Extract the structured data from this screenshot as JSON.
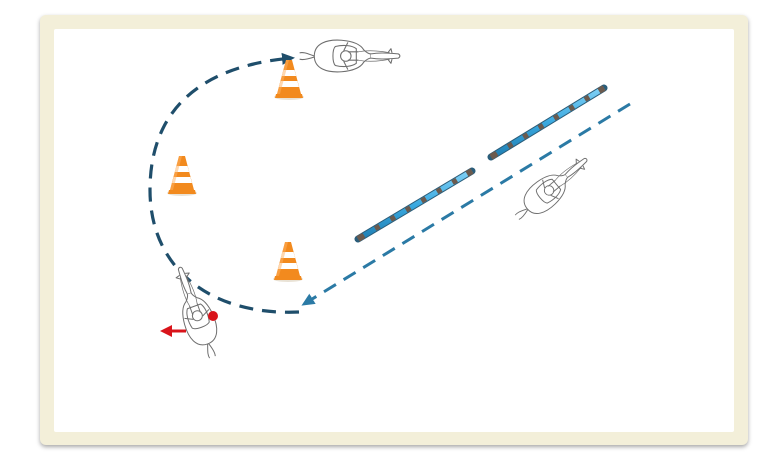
{
  "diagram": {
    "colors": {
      "frame": "#f3efd9",
      "arena": "#ffffff",
      "path_curve": "#1f4e6b",
      "path_straight": "#2b7aa5",
      "pole_blue": "#3aa9e0",
      "pole_band": "#6b5a4e",
      "cone_orange": "#f28a1e",
      "cone_stripe": "#ffffff",
      "marker_red": "#d9141b"
    },
    "elements": {
      "cones": [
        "traffic-cone-icon",
        "traffic-cone-icon",
        "traffic-cone-icon"
      ],
      "poles": [
        "ground-pole",
        "ground-pole"
      ],
      "horses": [
        "horse-topview-icon",
        "horse-topview-icon",
        "horse-topview-icon"
      ],
      "markers": [
        "red-dot",
        "direction-arrow-left"
      ]
    }
  }
}
